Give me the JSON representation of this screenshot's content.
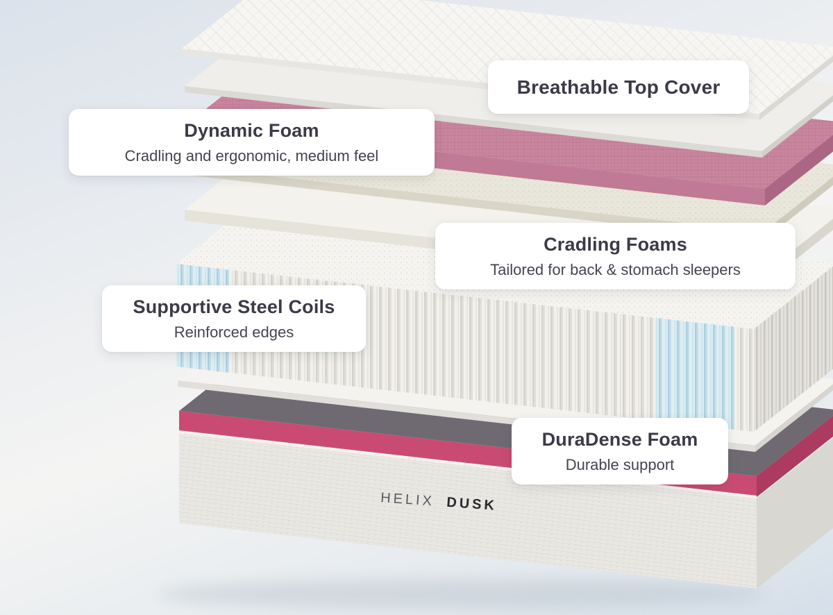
{
  "callouts": {
    "breathable": {
      "title": "Breathable Top Cover"
    },
    "dynamic": {
      "title": "Dynamic Foam",
      "subtitle": "Cradling and ergonomic, medium feel"
    },
    "cradling": {
      "title": "Cradling Foams",
      "subtitle": "Tailored for back & stomach sleepers"
    },
    "coils": {
      "title": "Supportive Steel Coils",
      "subtitle": "Reinforced edges"
    },
    "duradense": {
      "title": "DuraDense Foam",
      "subtitle": "Durable support"
    }
  },
  "brand": {
    "name_primary": "HELIX",
    "name_secondary": "DUSK"
  },
  "colors": {
    "dynamic_foam_pink_top": "#c9879e",
    "dynamic_foam_pink_front": "#c07a95",
    "base_stripe_pink": "#c94b73",
    "coil_edge_blue": "#ddeef5",
    "card_background": "#ffffff",
    "text_dark": "#3b3a48",
    "background_top": "#dbe2eb",
    "background_bottom": "#d5dfe9"
  }
}
